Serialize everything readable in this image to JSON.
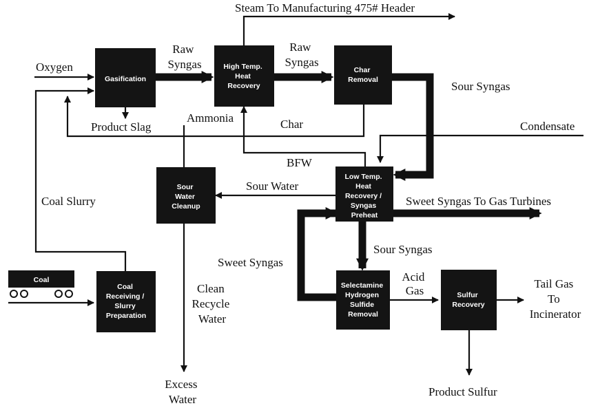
{
  "boxes": {
    "gasification": [
      "Gasification"
    ],
    "high_temp": [
      "High Temp.",
      "Heat",
      "Recovery"
    ],
    "char_removal": [
      "Char",
      "Removal"
    ],
    "sour_water_cleanup": [
      "Sour",
      "Water",
      "Cleanup"
    ],
    "low_temp": [
      "Low Temp.",
      "Heat",
      "Recovery /",
      "Syngas",
      "Preheat"
    ],
    "coal_receiving": [
      "Coal",
      "Receiving /",
      "Slurry",
      "Preparation"
    ],
    "selectamine": [
      "Selectamine",
      "Hydrogen",
      "Sulfide",
      "Removal"
    ],
    "sulfur_recovery": [
      "Sulfur",
      "Recovery"
    ],
    "coal": [
      "Coal"
    ]
  },
  "labels": {
    "steam": "Steam To Manufacturing 475# Header",
    "oxygen": "Oxygen",
    "raw_syngas_1": [
      "Raw",
      "Syngas"
    ],
    "raw_syngas_2": [
      "Raw",
      "Syngas"
    ],
    "sour_syngas_top": "Sour Syngas",
    "product_slag": "Product Slag",
    "ammonia": "Ammonia",
    "char": "Char",
    "condensate": "Condensate",
    "bfw": "BFW",
    "sour_water": "Sour Water",
    "coal_slurry": "Coal Slurry",
    "sweet_syngas_turbines": "Sweet Syngas To Gas Turbines",
    "sour_syngas_mid": "Sour Syngas",
    "sweet_syngas_left": "Sweet Syngas",
    "acid_gas": [
      "Acid",
      "Gas"
    ],
    "tail_gas": [
      "Tail Gas",
      "To",
      "Incinerator"
    ],
    "clean_recycle_water": [
      "Clean",
      "Recycle",
      "Water"
    ],
    "excess_water": [
      "Excess",
      "Water"
    ],
    "product_sulfur": "Product Sulfur"
  }
}
